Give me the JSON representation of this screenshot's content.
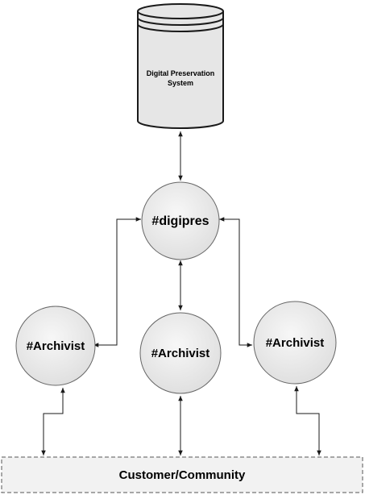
{
  "diagram": {
    "database": {
      "label_line1": "Digital Preservation",
      "label_line2": "System"
    },
    "hub": {
      "label": "#digipres"
    },
    "archivists": [
      {
        "label": "#Archivist"
      },
      {
        "label": "#Archivist"
      },
      {
        "label": "#Archivist"
      }
    ],
    "community": {
      "label": "Customer/Community"
    }
  },
  "colors": {
    "node_fill": "#e9e9e9",
    "node_stroke": "#666666",
    "db_fill": "#e6e6e6",
    "db_stroke": "#1a1a1a",
    "connector": "#1a1a1a",
    "community_stroke": "#555555",
    "community_fill": "#f2f2f2"
  }
}
